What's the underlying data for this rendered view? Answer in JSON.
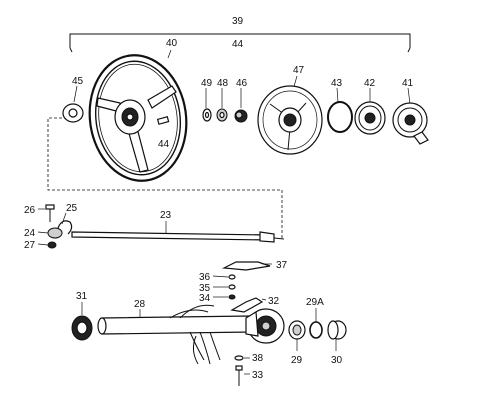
{
  "labels": {
    "l39": "39",
    "l44top": "44",
    "l40": "40",
    "l45": "45",
    "l49": "49",
    "l48": "48",
    "l46": "46",
    "l47": "47",
    "l43": "43",
    "l42": "42",
    "l41": "41",
    "l44mid": "44",
    "l26": "26",
    "l25": "25",
    "l23": "23",
    "l24": "24",
    "l27": "27",
    "l37": "37",
    "l36": "36",
    "l35": "35",
    "l34": "34",
    "l32": "32",
    "l31": "31",
    "l28": "28",
    "l29A": "29A",
    "l29": "29",
    "l30": "30",
    "l38": "38",
    "l33": "33"
  }
}
